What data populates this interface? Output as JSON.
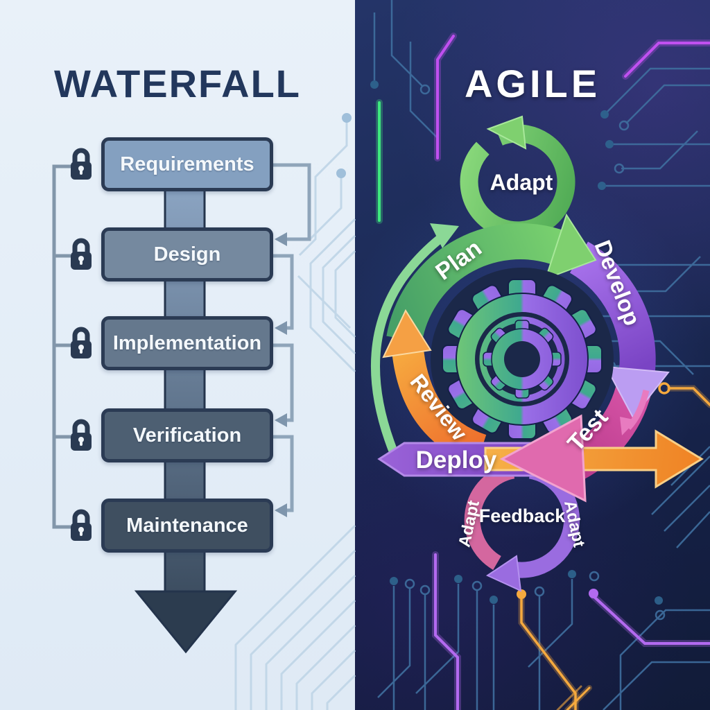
{
  "left_panel": {
    "title": "WATERFALL",
    "stages": [
      {
        "label": "Requirements",
        "fill": "#84a0c0"
      },
      {
        "label": "Design",
        "fill": "#75899f"
      },
      {
        "label": "Implementation",
        "fill": "#65788d"
      },
      {
        "label": "Verification",
        "fill": "#4d5f72"
      },
      {
        "label": "Maintenance",
        "fill": "#3f4f60"
      }
    ],
    "decorations": [
      "lock-icon",
      "down-arrow",
      "feedback-connectors",
      "circuit-traces-light"
    ]
  },
  "right_panel": {
    "title": "AGILE",
    "labels": {
      "top_loop": "Adapt",
      "plan": "Plan",
      "develop": "Develop",
      "test": "Test",
      "review": "Review",
      "deploy": "Deploy",
      "feedback": "Feedback",
      "adapt_left": "Adapt",
      "adapt_right": "Adapt"
    },
    "decorations": [
      "gear-icon",
      "cycle-arrows",
      "circuit-traces-neon"
    ]
  },
  "colors": {
    "left_background": "#e6eff8",
    "right_background": "#16224a",
    "waterfall_title": "#22375c",
    "box_border": "#2b3b54",
    "connector": "#8fa5ba",
    "arrow_shaft_dark": "#3c4d60",
    "agile_green": "#57b765",
    "agile_purple": "#8a5cd8",
    "agile_magenta": "#d0509c",
    "agile_orange": "#f29135",
    "circuit_steel_blue": "#3f6f9f",
    "neon_purple": "#c050f0",
    "neon_green": "#3ee87f",
    "neon_orange": "#f5a93e",
    "white_text": "#ffffff"
  }
}
